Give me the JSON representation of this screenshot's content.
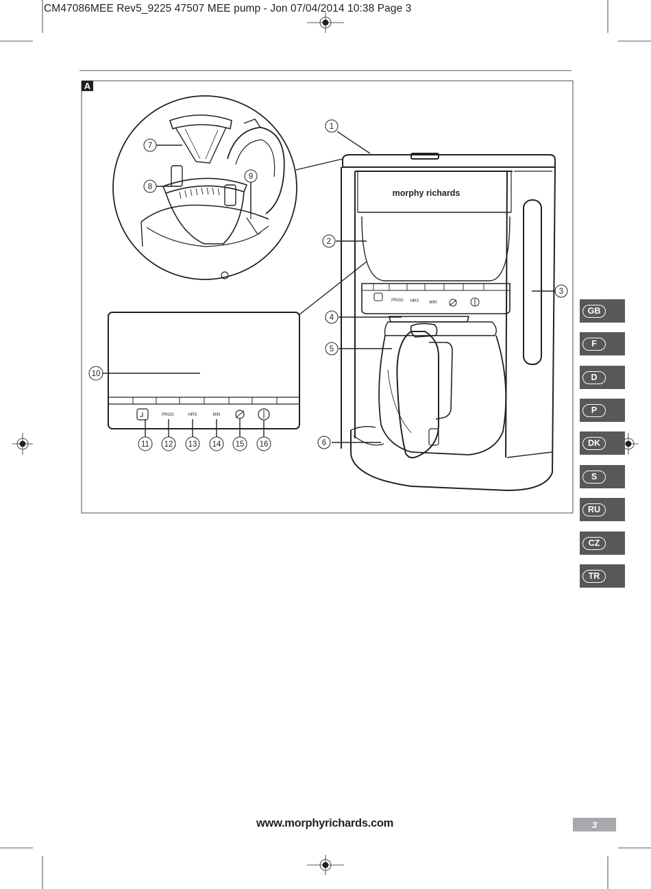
{
  "header": {
    "slug": "CM47086MEE Rev5_9225 47507 MEE pump - Jon  07/04/2014  10:38  Page 3"
  },
  "figure": {
    "label": "A",
    "brand": "morphy richards",
    "callouts": [
      "1",
      "2",
      "3",
      "4",
      "5",
      "6",
      "7",
      "8",
      "9",
      "10",
      "11",
      "12",
      "13",
      "14",
      "15",
      "16"
    ],
    "panel_labels": {
      "prog": "PROG",
      "hrs": "HRS",
      "min": "MIN"
    }
  },
  "languages": [
    "GB",
    "F",
    "D",
    "P",
    "DK",
    "S",
    "RU",
    "CZ",
    "TR"
  ],
  "footer": {
    "website": "www.morphyrichards.com",
    "page_number": "3"
  },
  "colors": {
    "ink": "#231f20",
    "tab_bg": "#57585a",
    "page_num_bg": "#a7a9ac"
  }
}
